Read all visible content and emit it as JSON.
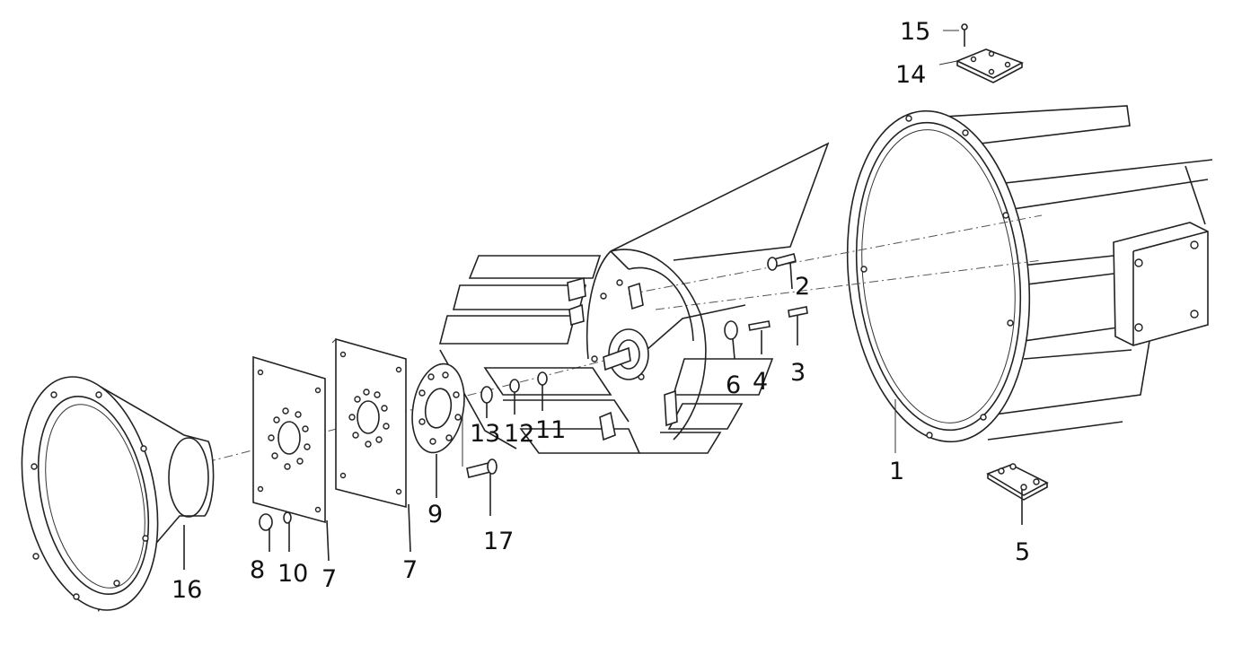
{
  "part_labels": {
    "p1": "1",
    "p2": "2",
    "p3": "3",
    "p4": "4",
    "p5": "5",
    "p6": "6",
    "p7a": "7",
    "p7b": "7",
    "p8": "8",
    "p9": "9",
    "p10": "10",
    "p11": "11",
    "p12": "12",
    "p13": "13",
    "p14": "14",
    "p15": "15",
    "p16": "16",
    "p17": "17"
  }
}
